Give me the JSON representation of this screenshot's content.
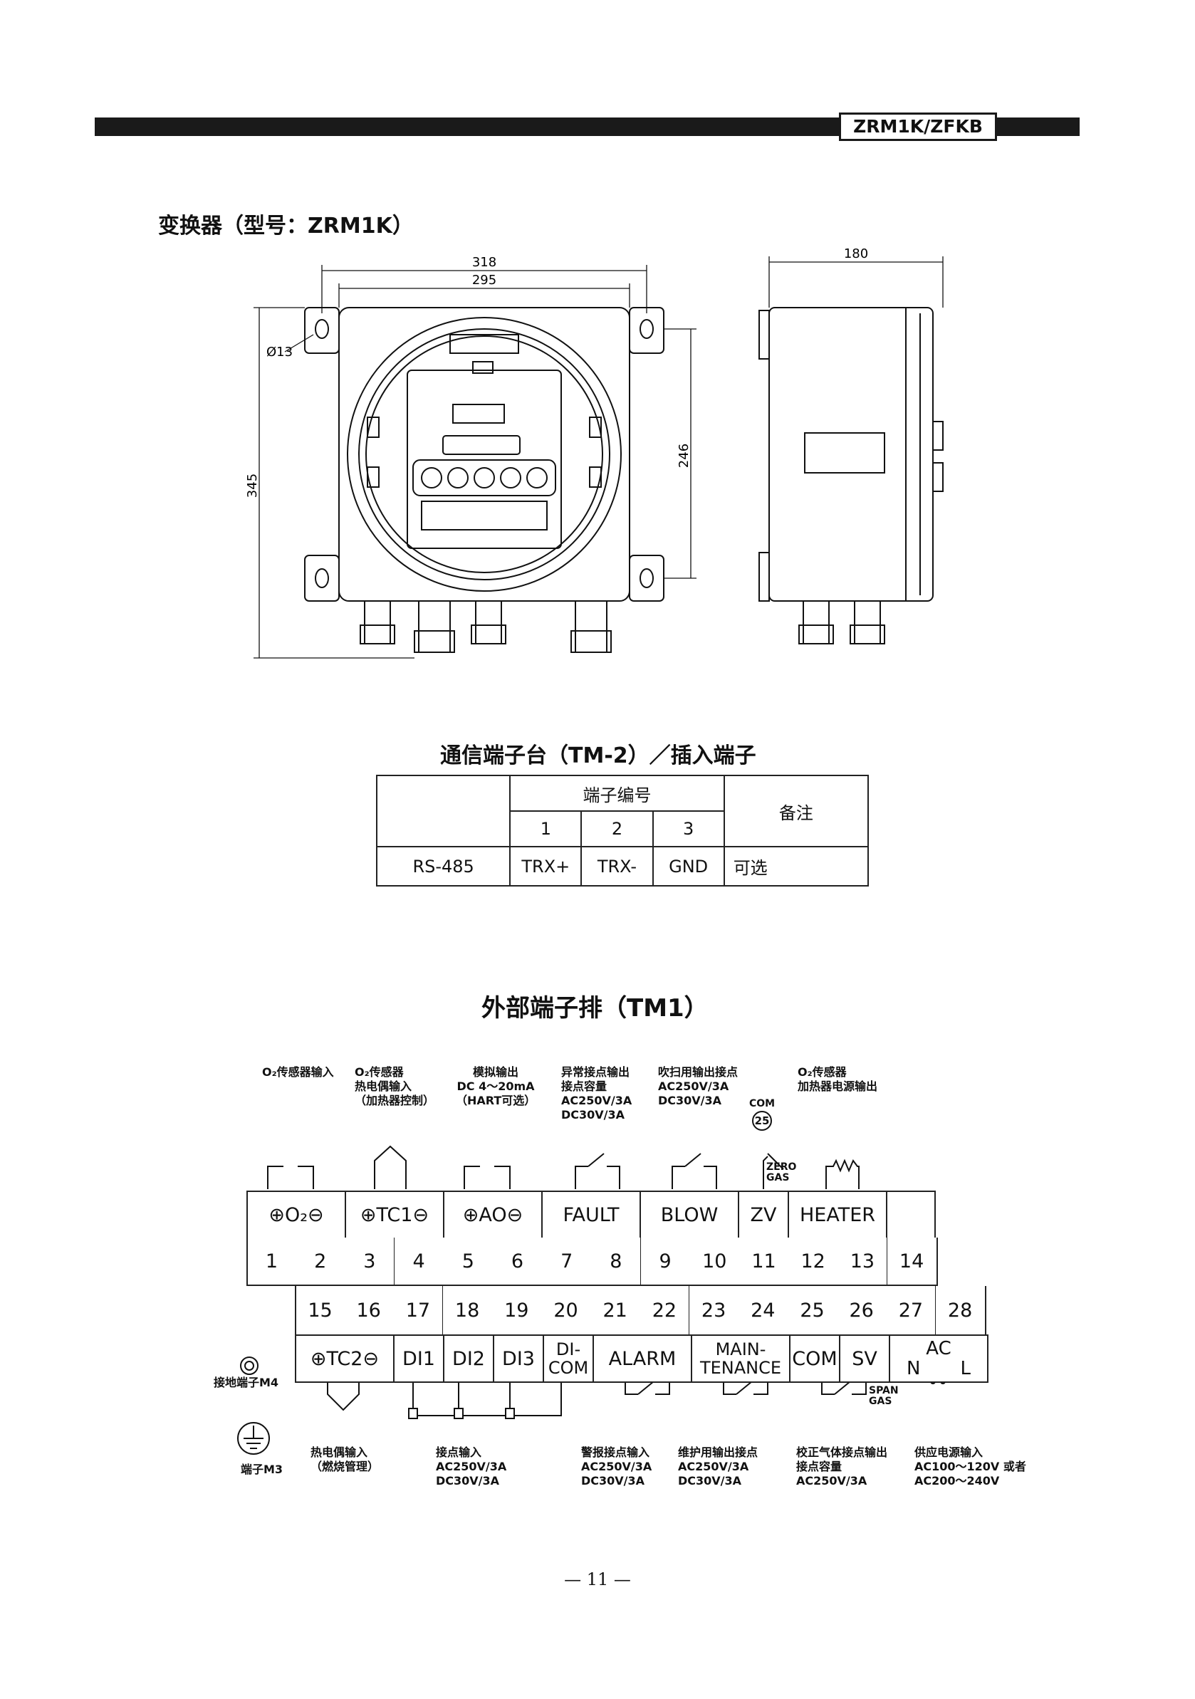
{
  "header": {
    "model": "ZRM1K/ZFKB"
  },
  "converter": {
    "title": "变换器（型号：ZRM1K）",
    "dims": {
      "width_outer": "318",
      "width_inner": "295",
      "hole": "Ø13",
      "height": "345",
      "height_inner": "246",
      "depth": "180"
    }
  },
  "tm2": {
    "title": "通信端子台（TM-2）／插入端子",
    "header_group": "端子编号",
    "header_note": "备注",
    "cols": [
      "1",
      "2",
      "3"
    ],
    "row": {
      "name": "RS-485",
      "values": [
        "TRX+",
        "TRX-",
        "GND"
      ],
      "note": "可选"
    }
  },
  "tm1": {
    "title": "外部端子排（TM1）",
    "top_labels": {
      "o2_in": "O₂传感器输入",
      "tc1": [
        "O₂传感器",
        "热电偶输入",
        "（加热器控制）"
      ],
      "ao": [
        "模拟输出",
        "DC 4～20mA",
        "（HART可选）"
      ],
      "fault": [
        "异常接点输出",
        "接点容量",
        "AC250V/3A",
        "DC30V/3A"
      ],
      "blow": [
        "吹扫用输出接点",
        "AC250V/3A",
        "DC30V/3A"
      ],
      "com25": [
        "COM",
        "25"
      ],
      "heater": [
        "O₂传感器",
        "加热器电源输出"
      ],
      "zero_gas": [
        "ZERO",
        "GAS"
      ]
    },
    "row1_signals": {
      "o2": "O₂",
      "tc1": "TC1",
      "ao": "AO",
      "fault": "FAULT",
      "blow": "BLOW",
      "zv": "ZV",
      "heater": "HEATER"
    },
    "row1_numbers": [
      "1",
      "2",
      "3",
      "4",
      "5",
      "6",
      "7",
      "8",
      "9",
      "10",
      "11",
      "12",
      "13",
      "14"
    ],
    "row2_numbers": [
      "15",
      "16",
      "17",
      "18",
      "19",
      "20",
      "21",
      "22",
      "23",
      "24",
      "25",
      "26",
      "27",
      "28"
    ],
    "row2_signals": {
      "tc2": "TC2",
      "di1": "DI1",
      "di2": "DI2",
      "di3": "DI3",
      "dicom": [
        "DI-",
        "COM"
      ],
      "alarm": "ALARM",
      "maint": [
        "MAIN-",
        "TENANCE"
      ],
      "com": "COM",
      "sv": "SV",
      "ac": "AC",
      "n": "N",
      "l": "L"
    },
    "span_gas": [
      "SPAN",
      "GAS"
    ],
    "ground_m4": "接地端子M4",
    "ground_m3": "端子M3",
    "bottom_labels": {
      "tc2": [
        "热电偶输入",
        "（燃烧管理）"
      ],
      "di": [
        "接点输入",
        "AC250V/3A",
        "DC30V/3A"
      ],
      "alarm": [
        "警报接点输入",
        "AC250V/3A",
        "DC30V/3A"
      ],
      "maint": [
        "维护用输出接点",
        "AC250V/3A",
        "DC30V/3A"
      ],
      "cal": [
        "校正气体接点输出",
        "接点容量",
        "AC250V/3A"
      ],
      "power": [
        "供应电源输入",
        "AC100～120V 或者",
        "AC200～240V"
      ]
    }
  },
  "page_number": "— 11 —"
}
